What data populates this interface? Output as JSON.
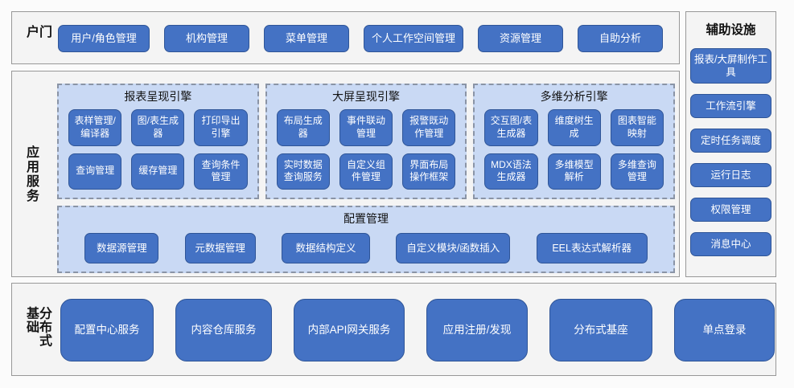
{
  "colors": {
    "node_fill": "#4472C4",
    "node_border": "#2F5597",
    "node_text": "#FFFFFF",
    "group_fill": "#C9D9F4",
    "group_dash_border": "#8A94A6",
    "panel_fill": "#F4F4F4",
    "panel_border": "#989898"
  },
  "sections": {
    "portal": {
      "label": "门户",
      "buttons": [
        "用户/角色管理",
        "机构管理",
        "菜单管理",
        "个人工作空间管理",
        "资源管理",
        "自助分析"
      ]
    },
    "app_services": {
      "label": "应用服务",
      "engines": [
        {
          "title": "报表呈现引擎",
          "buttons": [
            "表样管理/编译器",
            "图/表生成器",
            "打印导出引擎",
            "查询管理",
            "缓存管理",
            "查询条件管理"
          ]
        },
        {
          "title": "大屏呈现引擎",
          "buttons": [
            "布局生成器",
            "事件联动管理",
            "报警既动作管理",
            "实时数据查询服务",
            "自定义组件管理",
            "界面布局操作框架"
          ]
        },
        {
          "title": "多维分析引擎",
          "buttons": [
            "交互图/表生成器",
            "维度树生成",
            "图表智能映射",
            "MDX语法生成器",
            "多维模型解析",
            "多维查询管理"
          ]
        }
      ],
      "config": {
        "title": "配置管理",
        "buttons": [
          "数据源管理",
          "元数据管理",
          "数据结构定义",
          "自定义模块/函数插入",
          "EEL表达式解析器"
        ]
      }
    },
    "distributed": {
      "label": "分布式基础",
      "buttons": [
        "配置中心服务",
        "内容仓库服务",
        "内部API网关服务",
        "应用注册/发现",
        "分布式基座",
        "单点登录"
      ]
    },
    "auxiliary": {
      "title": "辅助设施",
      "buttons": [
        "报表/大屏制作工具",
        "工作流引擎",
        "定时任务调度",
        "运行日志",
        "权限管理",
        "消息中心"
      ]
    }
  }
}
